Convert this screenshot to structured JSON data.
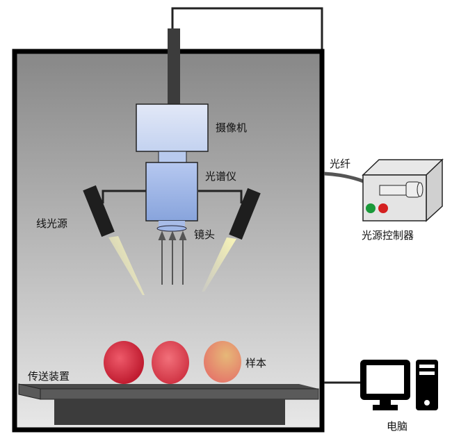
{
  "diagram": {
    "title": "Hyperspectral imaging system schematic",
    "labels": {
      "camera": "摄像机",
      "spectrometer": "光谱仪",
      "line_light": "线光源",
      "lens": "镜头",
      "fiber": "光纤",
      "light_controller": "光源控制器",
      "sample": "样本",
      "conveyor": "传送装置",
      "computer": "电脑"
    },
    "colors": {
      "chamber_border": "#000000",
      "chamber_top": "#8a8a8a",
      "chamber_bottom": "#e6e6e6",
      "camera_fill": "#c8d6f2",
      "spectrometer_fill": "#9fb6e6",
      "light_housing": "#222222",
      "light_beam": "#f5f0a0",
      "conveyor_top": "#555555",
      "conveyor_base": "#3a3a3a",
      "button_green": "#1a9a3a",
      "button_red": "#d42020",
      "apple_1": "#d8283a",
      "apple_2": "#e04a52",
      "apple_3": "#e8946a"
    }
  }
}
